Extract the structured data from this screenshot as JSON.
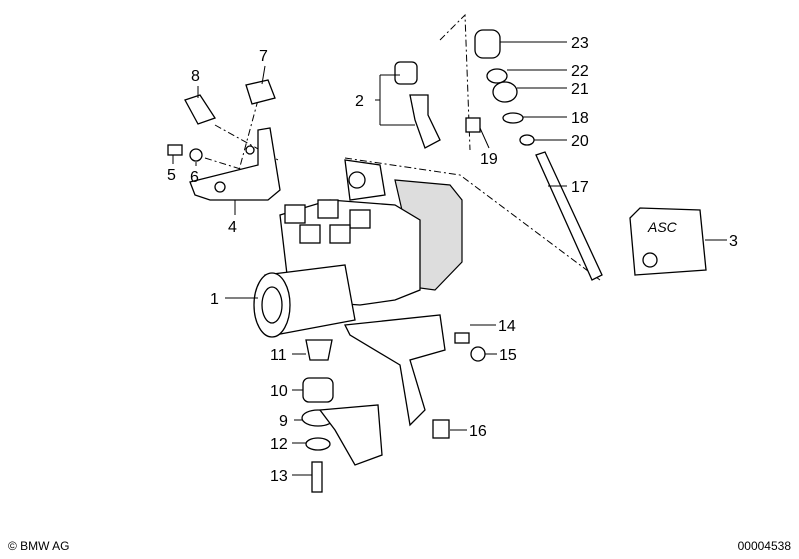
{
  "labels": {
    "p1": "1",
    "p2": "2",
    "p3": "3",
    "p4": "4",
    "p5": "5",
    "p6": "6",
    "p7": "7",
    "p8": "8",
    "p9": "9",
    "p10": "10",
    "p11": "11",
    "p12": "12",
    "p13": "13",
    "p14": "14",
    "p15": "15",
    "p16": "16",
    "p17": "17",
    "p18": "18",
    "p19": "19",
    "p20": "20",
    "p21": "21",
    "p22": "22",
    "p23": "23"
  },
  "cover_text": "ASC",
  "footer": {
    "copyright": "© BMW AG",
    "diagram_number": "00004538"
  }
}
